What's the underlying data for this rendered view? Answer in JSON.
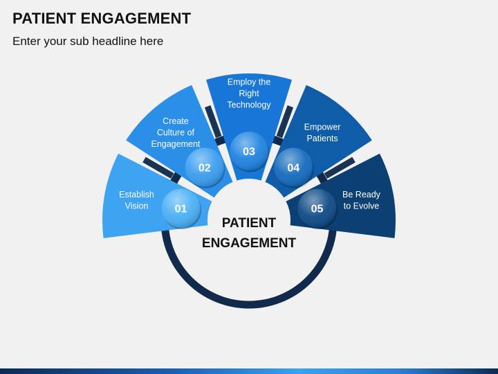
{
  "header": {
    "title": "PATIENT ENGAGEMENT",
    "subtitle": "Enter your sub headline here"
  },
  "center": {
    "line1": "PATIENT",
    "line2": "ENGAGEMENT"
  },
  "colors": {
    "ring": "#0f2a4a",
    "connector": "#1a3352",
    "text_dark": "#111111"
  },
  "steps": [
    {
      "number": "01",
      "lines": [
        "Establish",
        "Vision"
      ],
      "color": "#3ea3f0",
      "badge_color": "#4ab0f5"
    },
    {
      "number": "02",
      "lines": [
        "Create",
        "Culture of",
        "Engagement"
      ],
      "color": "#2b8fe8",
      "badge_color": "#3a9df0"
    },
    {
      "number": "03",
      "lines": [
        "Employ the",
        "Right",
        "Technology"
      ],
      "color": "#1876d6",
      "badge_color": "#1f83e0"
    },
    {
      "number": "04",
      "lines": [
        "Empower",
        "Patients"
      ],
      "color": "#0f5da8",
      "badge_color": "#146bbd"
    },
    {
      "number": "05",
      "lines": [
        "Be Ready",
        "to Evolve"
      ],
      "color": "#0c3f72",
      "badge_color": "#0f4a86"
    }
  ]
}
